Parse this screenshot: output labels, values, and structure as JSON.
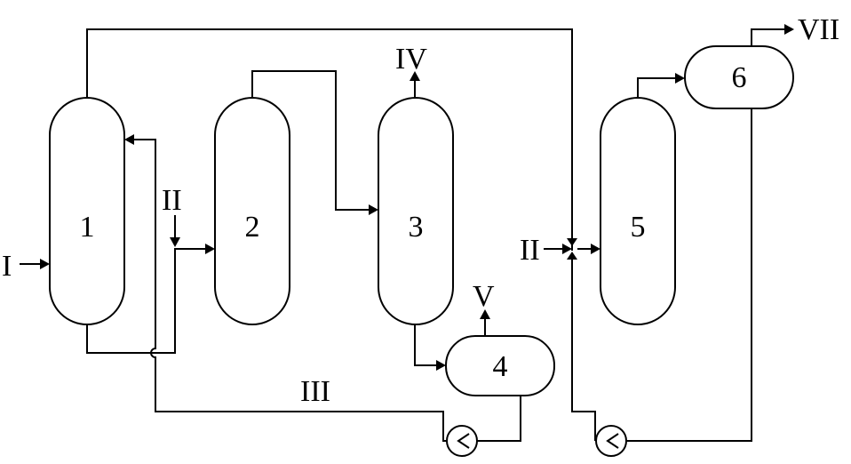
{
  "units": {
    "column_1": "1",
    "column_2": "2",
    "column_3": "3",
    "separator_4": "4",
    "column_5": "5",
    "separator_6": "6"
  },
  "streams": {
    "I": "I",
    "II_left": "II",
    "II_right": "II",
    "III": "III",
    "IV": "IV",
    "V": "V",
    "VII": "VII"
  }
}
